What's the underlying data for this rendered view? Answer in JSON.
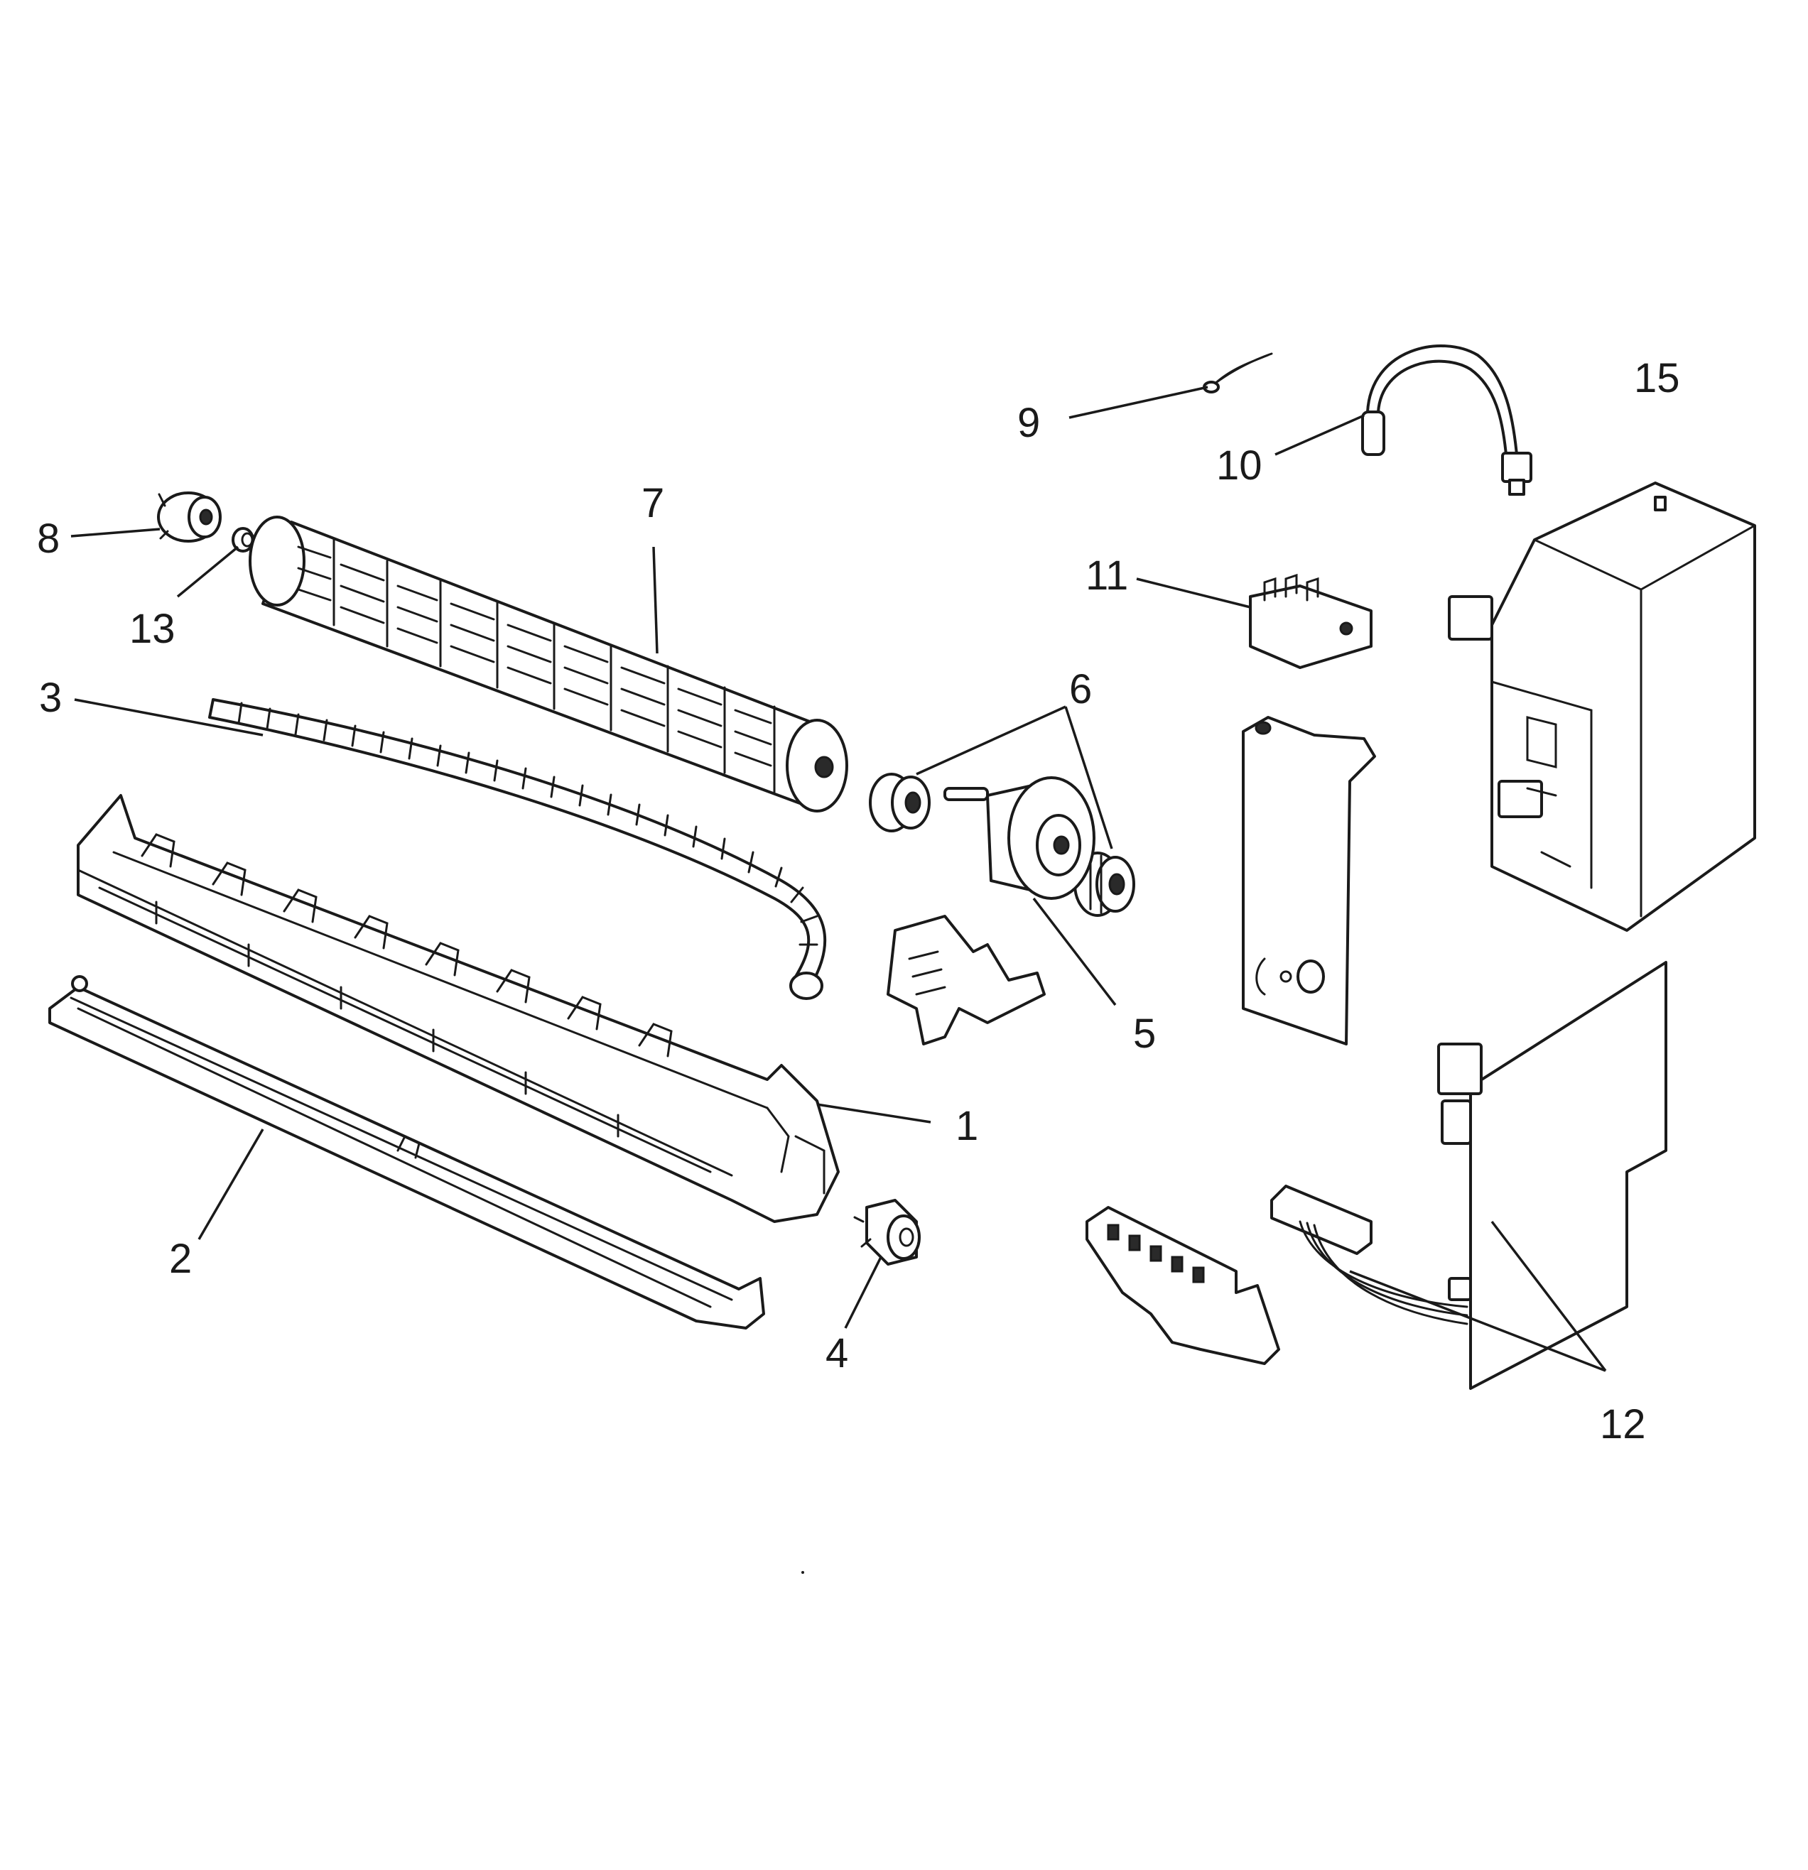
{
  "callouts": {
    "c1": "1",
    "c2": "2",
    "c3": "3",
    "c4": "4",
    "c5": "5",
    "c6": "6",
    "c7": "7",
    "c8": "8",
    "c9": "9",
    "c10": "10",
    "c11": "11",
    "c12": "12",
    "c13": "13",
    "c15": "15"
  },
  "colors": {
    "line": "#1a1a1a",
    "background": "#ffffff"
  }
}
